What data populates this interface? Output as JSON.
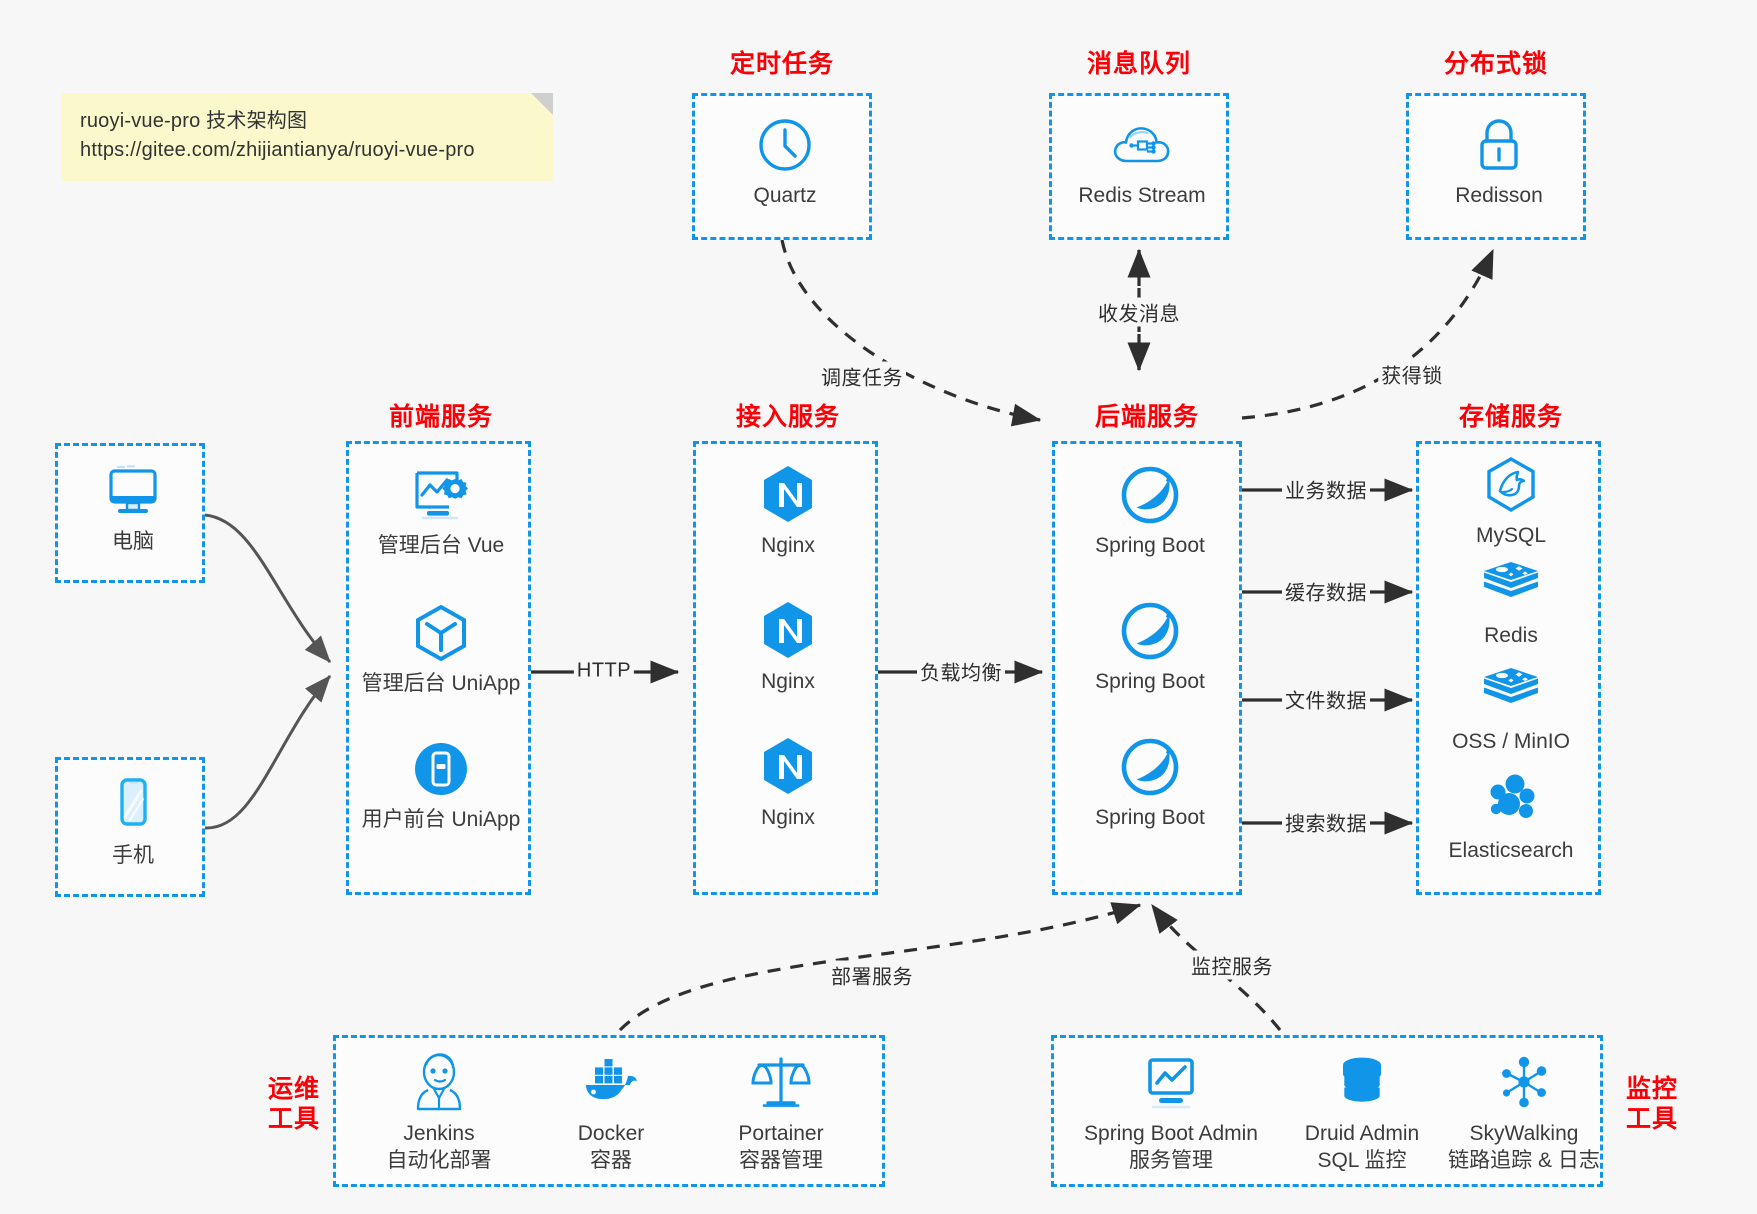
{
  "note": {
    "line1": "ruoyi-vue-pro 技术架构图",
    "line2": "https://gitee.com/zhijiantianya/ruoyi-vue-pro"
  },
  "colors": {
    "accent": "#1195e8",
    "title_red": "#fb0007",
    "text": "#3c3c3c",
    "edge": "#555555",
    "background": "#f7f7f7",
    "note_bg": "#fbf8cc"
  },
  "groups": {
    "scheduler": {
      "title": "定时任务",
      "nodes": [
        {
          "label": "Quartz",
          "icon": "clock-icon"
        }
      ]
    },
    "mq": {
      "title": "消息队列",
      "nodes": [
        {
          "label": "Redis Stream",
          "icon": "cloud-network-icon"
        }
      ]
    },
    "lock": {
      "title": "分布式锁",
      "nodes": [
        {
          "label": "Redisson",
          "icon": "padlock-icon"
        }
      ]
    },
    "client_pc": {
      "title": "",
      "nodes": [
        {
          "label": "电脑",
          "icon": "monitor-icon"
        }
      ]
    },
    "client_mobile": {
      "title": "",
      "nodes": [
        {
          "label": "手机",
          "icon": "smartphone-icon"
        }
      ]
    },
    "frontend": {
      "title": "前端服务",
      "nodes": [
        {
          "label": "管理后台 Vue",
          "icon": "dashboard-gear-icon"
        },
        {
          "label": "管理后台 UniApp",
          "icon": "cube-icon"
        },
        {
          "label": "用户前台 UniApp",
          "icon": "mobile-app-icon"
        }
      ]
    },
    "gateway": {
      "title": "接入服务",
      "nodes": [
        {
          "label": "Nginx",
          "icon": "nginx-icon"
        },
        {
          "label": "Nginx",
          "icon": "nginx-icon"
        },
        {
          "label": "Nginx",
          "icon": "nginx-icon"
        }
      ]
    },
    "backend": {
      "title": "后端服务",
      "nodes": [
        {
          "label": "Spring Boot",
          "icon": "spring-boot-icon"
        },
        {
          "label": "Spring Boot",
          "icon": "spring-boot-icon"
        },
        {
          "label": "Spring Boot",
          "icon": "spring-boot-icon"
        }
      ]
    },
    "storage": {
      "title": "存储服务",
      "nodes": [
        {
          "label": "MySQL",
          "icon": "mysql-icon"
        },
        {
          "label": "Redis",
          "icon": "redis-icon"
        },
        {
          "label": "OSS / MinIO",
          "icon": "redis-icon"
        },
        {
          "label": "Elasticsearch",
          "icon": "elasticsearch-icon"
        }
      ]
    },
    "devops": {
      "title": "运维\n工具",
      "title_lines": [
        "运维",
        "工具"
      ],
      "nodes": [
        {
          "label": "Jenkins",
          "label2": "自动化部署",
          "icon": "jenkins-icon"
        },
        {
          "label": "Docker",
          "label2": "容器",
          "icon": "docker-icon"
        },
        {
          "label": "Portainer",
          "label2": "容器管理",
          "icon": "scales-icon"
        }
      ]
    },
    "monitor": {
      "title_lines": [
        "监控",
        "工具"
      ],
      "nodes": [
        {
          "label": "Spring Boot Admin",
          "label2": "服务管理",
          "icon": "monitor-chart-icon"
        },
        {
          "label": "Druid Admin",
          "label2": "SQL 监控",
          "icon": "database-icon"
        },
        {
          "label": "SkyWalking",
          "label2": "链路追踪 & 日志",
          "icon": "skywalking-icon"
        }
      ]
    }
  },
  "edges": [
    {
      "id": "http",
      "label": "HTTP",
      "style": "solid"
    },
    {
      "id": "lb",
      "label": "负载均衡",
      "style": "solid"
    },
    {
      "id": "biz-data",
      "label": "业务数据",
      "style": "solid"
    },
    {
      "id": "cache-data",
      "label": "缓存数据",
      "style": "solid"
    },
    {
      "id": "file-data",
      "label": "文件数据",
      "style": "solid"
    },
    {
      "id": "search-data",
      "label": "搜索数据",
      "style": "solid"
    },
    {
      "id": "schedule",
      "label": "调度任务",
      "style": "dashed"
    },
    {
      "id": "messaging",
      "label": "收发消息",
      "style": "dashed"
    },
    {
      "id": "acquire-lock",
      "label": "获得锁",
      "style": "dashed"
    },
    {
      "id": "deploy",
      "label": "部署服务",
      "style": "dashed"
    },
    {
      "id": "monitoring",
      "label": "监控服务",
      "style": "dashed"
    }
  ]
}
